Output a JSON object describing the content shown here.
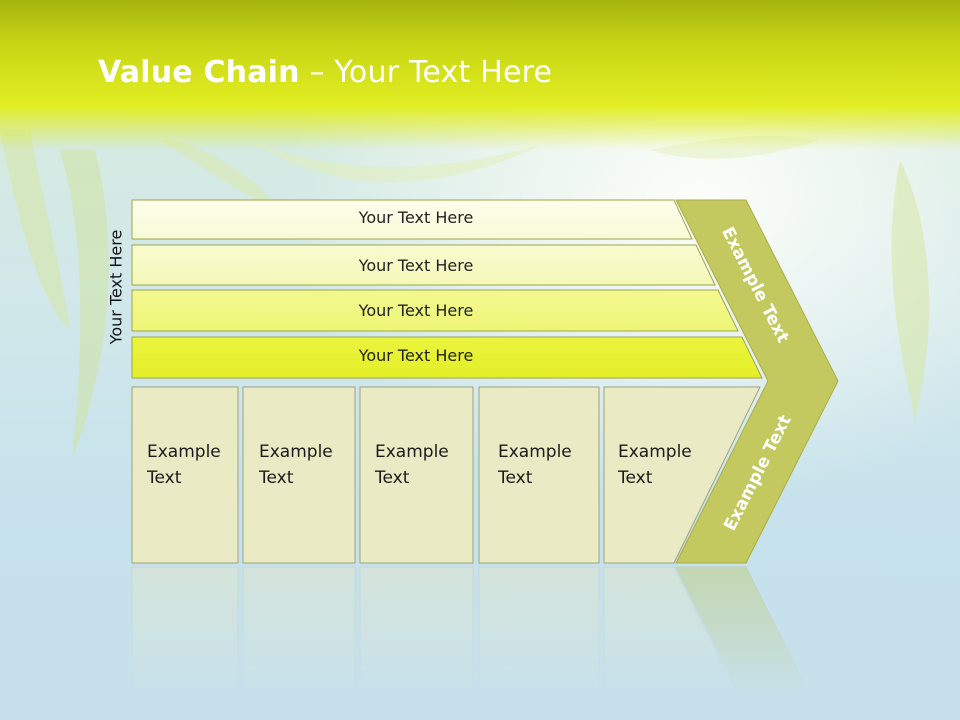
{
  "title": {
    "bold": "Value Chain",
    "rest": " – Your Text Here"
  },
  "side_label": "Your Text Here",
  "rows": [
    {
      "label": "Your Text Here"
    },
    {
      "label": "Your Text Here"
    },
    {
      "label": "Your Text Here"
    },
    {
      "label": "Your Text Here"
    }
  ],
  "boxes": [
    {
      "line1": "Example",
      "line2": "Text"
    },
    {
      "line1": "Example",
      "line2": "Text"
    },
    {
      "line1": "Example",
      "line2": "Text"
    },
    {
      "line1": "Example",
      "line2": "Text"
    },
    {
      "line1": "Example",
      "line2": "Text"
    }
  ],
  "chevron": {
    "top_label": "Example Text",
    "bottom_label": "Example Text"
  },
  "colors": {
    "header": "#dde91e",
    "row_1": "#fbfde3",
    "row_2": "#f7f9c4",
    "row_3": "#f0f67a",
    "row_4": "#e8f22e",
    "box": "#eaeac4",
    "chevron": "#c2c85e"
  }
}
